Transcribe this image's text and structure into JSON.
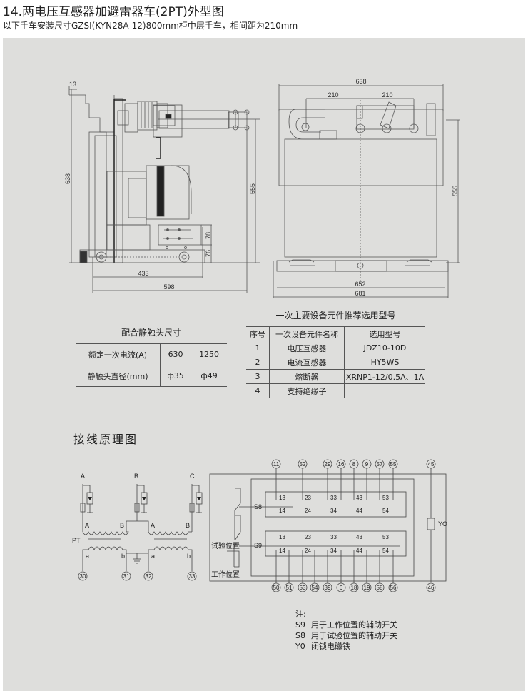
{
  "header": {
    "title": "14.两电压互感器加避雷器车(2PT)外型图",
    "subtitle": "以下手车安装尺寸GZSI(KYN28A-12)800mm柜中层手车，相间距为210mm"
  },
  "side_view": {
    "dims": {
      "top_offset": "13",
      "height_total": "638",
      "height_contact": "555",
      "dim_78": "78",
      "dim_76": "76",
      "width_433": "433",
      "width_598": "598"
    }
  },
  "front_view": {
    "dims": {
      "width_top": "638",
      "phase_left": "210",
      "phase_right": "210",
      "height": "555",
      "width_652": "652",
      "width_681": "681"
    }
  },
  "contact_table": {
    "title": "配合静触头尺寸",
    "rows": [
      [
        "额定一次电流(A)",
        "630",
        "1250"
      ],
      [
        "静触头直径(mm)",
        "ф35",
        "ф49"
      ]
    ]
  },
  "component_table": {
    "title": "一次主要设备元件推荐选用型号",
    "headers": [
      "序号",
      "一次设备元件名称",
      "选用型号"
    ],
    "rows": [
      [
        "1",
        "电压互感器",
        "JDZ10-10D"
      ],
      [
        "2",
        "电流互感器",
        "HY5WS"
      ],
      [
        "3",
        "熔断器",
        "XRNP1-12/0.5A、1A"
      ],
      [
        "4",
        "支持绝缘子",
        ""
      ]
    ]
  },
  "wiring": {
    "title": "接线原理图",
    "pt": {
      "phases": [
        "A",
        "B",
        "C"
      ],
      "primary_left": [
        "A",
        "B"
      ],
      "primary_right": [
        "A",
        "B"
      ],
      "label": "PT",
      "secondary": [
        "a",
        "b",
        "a",
        "b"
      ],
      "terminals": [
        "30",
        "31",
        "32",
        "33"
      ]
    },
    "aux": {
      "top_terminals": [
        "11",
        "52",
        "29",
        "16",
        "8",
        "9",
        "57",
        "55"
      ],
      "bottom_terminals": [
        "50",
        "51",
        "53",
        "54",
        "39",
        "6",
        "18",
        "19",
        "58",
        "56"
      ],
      "yo_top": "45",
      "yo_bottom": "46",
      "yo_label": "YO",
      "s8_label": "S8",
      "s9_label": "S9",
      "contacts_top": [
        "13",
        "23",
        "33",
        "43",
        "53"
      ],
      "contacts_bottom": [
        "14",
        "24",
        "34",
        "44",
        "54"
      ],
      "test_position": "试验位置",
      "work_position": "工作位置"
    }
  },
  "notes": {
    "heading": "注:",
    "items": [
      {
        "key": "S9",
        "text": "用于工作位置的辅助开关"
      },
      {
        "key": "S8",
        "text": "用于试验位置的辅助开关"
      },
      {
        "key": "Y0",
        "text": "闭锁电磁铁"
      }
    ]
  },
  "colors": {
    "panel": "#dededc",
    "line": "#555555",
    "dark": "#222222"
  }
}
